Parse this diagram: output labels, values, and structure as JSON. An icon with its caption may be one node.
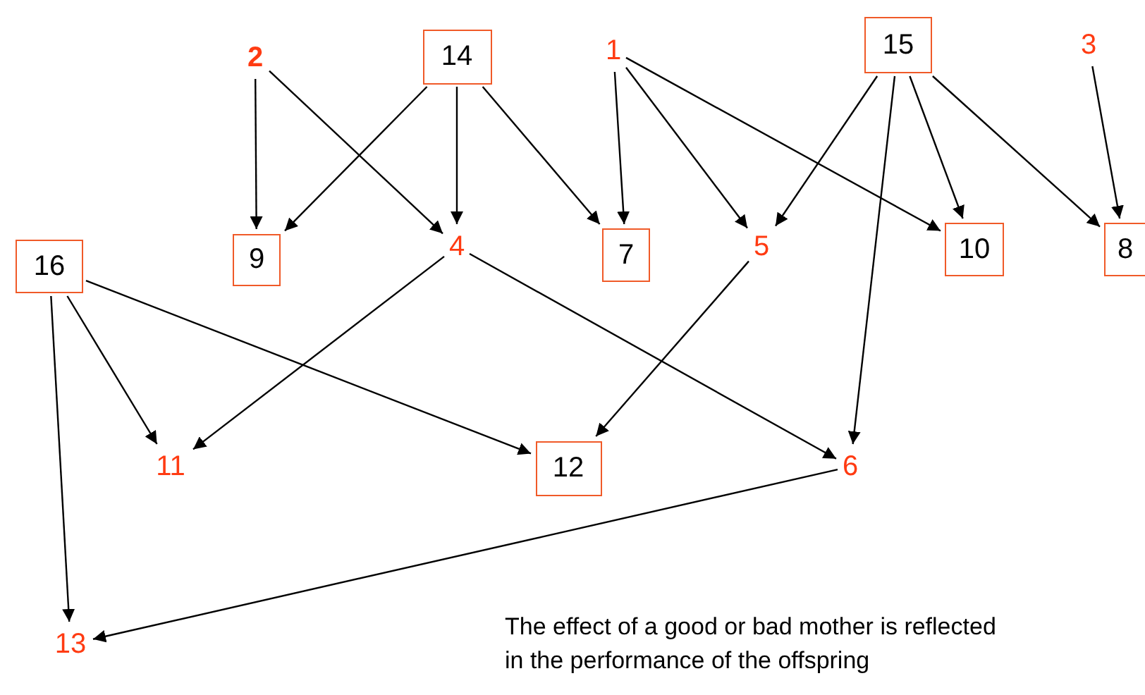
{
  "diagram": {
    "nodes": [
      {
        "text": [
          "2"
        ]
      },
      {
        "text": [
          "14"
        ]
      },
      {
        "text": [
          "1"
        ]
      },
      {
        "text": [
          "15"
        ]
      },
      {
        "text": [
          "3"
        ]
      },
      {
        "text": [
          "9"
        ]
      },
      {
        "text": [
          "4"
        ]
      },
      {
        "text": [
          "7"
        ]
      },
      {
        "text": [
          "5"
        ]
      },
      {
        "text": [
          "10"
        ]
      },
      {
        "text": [
          "8"
        ]
      },
      {
        "text": [
          "16"
        ]
      },
      {
        "text": [
          "11"
        ]
      },
      {
        "text": [
          "12"
        ]
      },
      {
        "text": [
          "6"
        ]
      },
      {
        "text": [
          "13"
        ]
      }
    ],
    "edges": [
      {
        "from": 0,
        "to": 5,
        "arrow": "to"
      },
      {
        "from": 0,
        "to": 6,
        "arrow": "to"
      },
      {
        "from": 1,
        "to": 5,
        "arrow": "to"
      },
      {
        "from": 1,
        "to": 6,
        "arrow": "to"
      },
      {
        "from": 1,
        "to": 7,
        "arrow": "to"
      },
      {
        "from": 2,
        "to": 7,
        "arrow": "to"
      },
      {
        "from": 2,
        "to": 8,
        "arrow": "to"
      },
      {
        "from": 2,
        "to": 9,
        "arrow": "to"
      },
      {
        "from": 3,
        "to": 8,
        "arrow": "to"
      },
      {
        "from": 3,
        "to": 9,
        "arrow": "to"
      },
      {
        "from": 3,
        "to": 10,
        "arrow": "to"
      },
      {
        "from": 3,
        "to": 14,
        "arrow": "to"
      },
      {
        "from": 4,
        "to": 10,
        "arrow": "to"
      },
      {
        "from": 11,
        "to": 12,
        "arrow": "to"
      },
      {
        "from": 11,
        "to": 13,
        "arrow": "to"
      },
      {
        "from": 11,
        "to": 15,
        "arrow": "to"
      },
      {
        "from": 6,
        "to": 12,
        "arrow": "to"
      },
      {
        "from": 6,
        "to": 14,
        "arrow": "to"
      },
      {
        "from": 8,
        "to": 13,
        "arrow": "to"
      },
      {
        "from": 14,
        "to": 15,
        "arrow": "to"
      }
    ],
    "labels": [
      "The effect of a good or bad mother is reflected in the performance of the offspring"
    ]
  }
}
